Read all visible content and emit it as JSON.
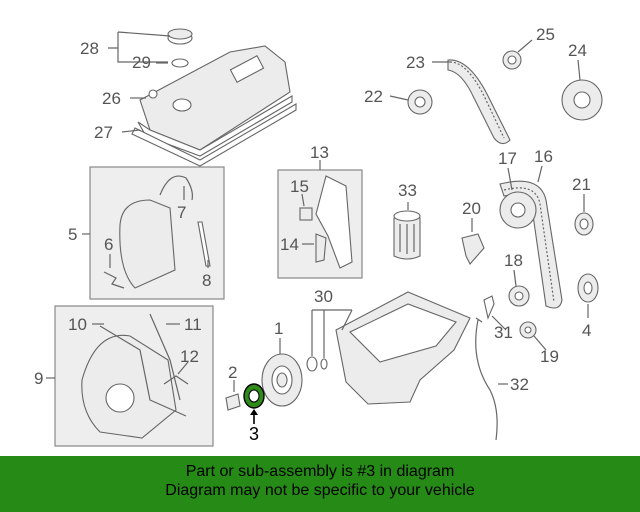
{
  "diagram": {
    "callouts": {
      "c1": "1",
      "c2": "2",
      "c3": "3",
      "c4": "4",
      "c5": "5",
      "c6": "6",
      "c7": "7",
      "c8": "8",
      "c9": "9",
      "c10": "10",
      "c11": "11",
      "c12": "12",
      "c13": "13",
      "c14": "14",
      "c15": "15",
      "c16": "16",
      "c17": "17",
      "c18": "18",
      "c19": "19",
      "c20": "20",
      "c21": "21",
      "c22": "22",
      "c23": "23",
      "c24": "24",
      "c25": "25",
      "c26": "26",
      "c27": "27",
      "c28": "28",
      "c29": "29",
      "c30": "30",
      "c31": "31",
      "c32": "32",
      "c33": "33"
    },
    "highlight_color": "#2e8b1a",
    "line_color": "#666666"
  },
  "banner": {
    "line1": "Part or sub-assembly is #3 in diagram",
    "line2": "Diagram may not be specific to your vehicle",
    "background": "#258a16"
  }
}
